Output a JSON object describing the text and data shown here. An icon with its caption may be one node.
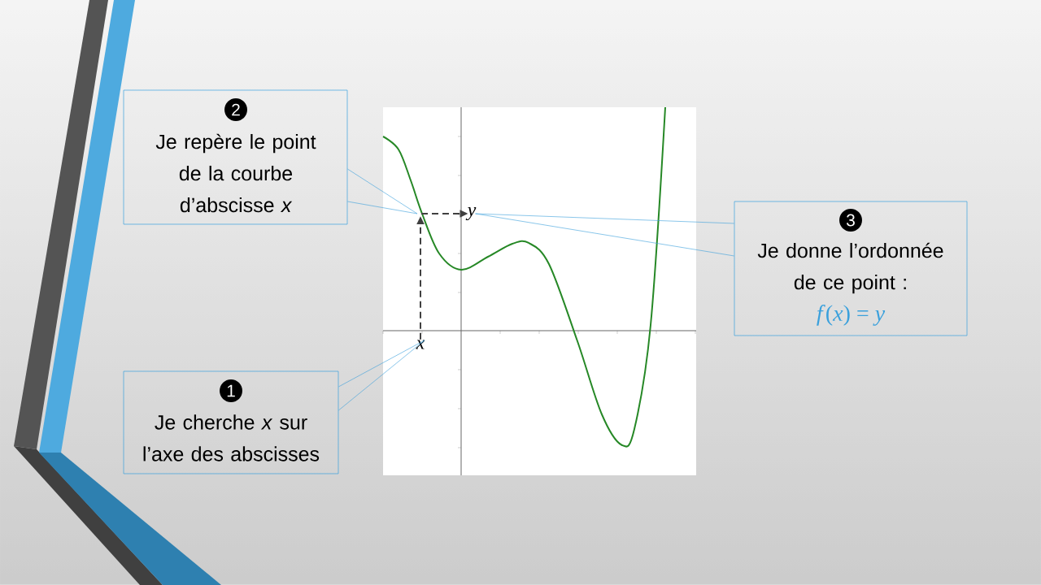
{
  "diagram": {
    "nodes": [
      {
        "text": [
          "2",
          "Je repère le point de la courbe d’abscisse *x*"
        ]
      },
      {
        "text": [
          "3",
          "Je donne l’ordonnée de ce point :",
          "*f*(*x*) = *y*"
        ]
      },
      {
        "text": [
          "1",
          "Je cherche *x* sur l’axe des abscisses"
        ]
      },
      {
        "text": [
          "x"
        ]
      },
      {
        "text": [
          "y"
        ]
      }
    ],
    "edges": [
      {
        "from": 0,
        "to": null,
        "arrow": "none"
      },
      {
        "from": 1,
        "to": 4,
        "arrow": "none"
      },
      {
        "from": 2,
        "to": 3,
        "arrow": "none"
      },
      {
        "from": 3,
        "to": null,
        "arrow": "to",
        "style": "dashed",
        "color": "#404040"
      },
      {
        "from": null,
        "to": 4,
        "arrow": "to",
        "style": "dashed",
        "color": "#404040"
      }
    ]
  }
}
